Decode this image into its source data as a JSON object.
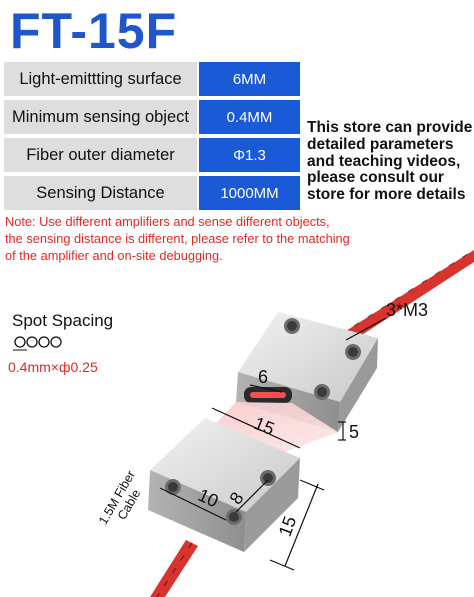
{
  "title": "FT-15F",
  "specs": [
    {
      "label": "Light-emittting surface",
      "value": "6MM"
    },
    {
      "label": "Minimum sensing object",
      "value": "0.4MM"
    },
    {
      "label": "Fiber outer diameter",
      "value": "Φ1.3"
    },
    {
      "label": "Sensing Distance",
      "value": "1000MM"
    }
  ],
  "store_note": {
    "line1": "This store can provide",
    "line2": "detailed parameters",
    "line3": "and teaching videos,",
    "line4": "please consult our",
    "line5": "store for more details"
  },
  "warning": {
    "line1": "Note: Use different amplifiers and sense different objects,",
    "line2": "the sensing distance is different, please refer to the matching",
    "line3": "of the amplifier and on-site debugging."
  },
  "spot": {
    "title": "Spot Spacing",
    "value": "0.4mm×ф0.25"
  },
  "dimensions": {
    "screw": "3*M3",
    "window_width": "6",
    "gap": "15",
    "thickness": "5",
    "hole_spacing_x": "10",
    "hole_spacing_y": "8",
    "block_height": "15"
  },
  "cable": {
    "line1": "1.5M Fiber",
    "line2": "Cable"
  },
  "colors": {
    "title_blue": "#1f56c9",
    "value_blue": "#1b5ad6",
    "label_gray": "#dedede",
    "note_red": "#e02a23",
    "cable_red": "#d8332c"
  }
}
